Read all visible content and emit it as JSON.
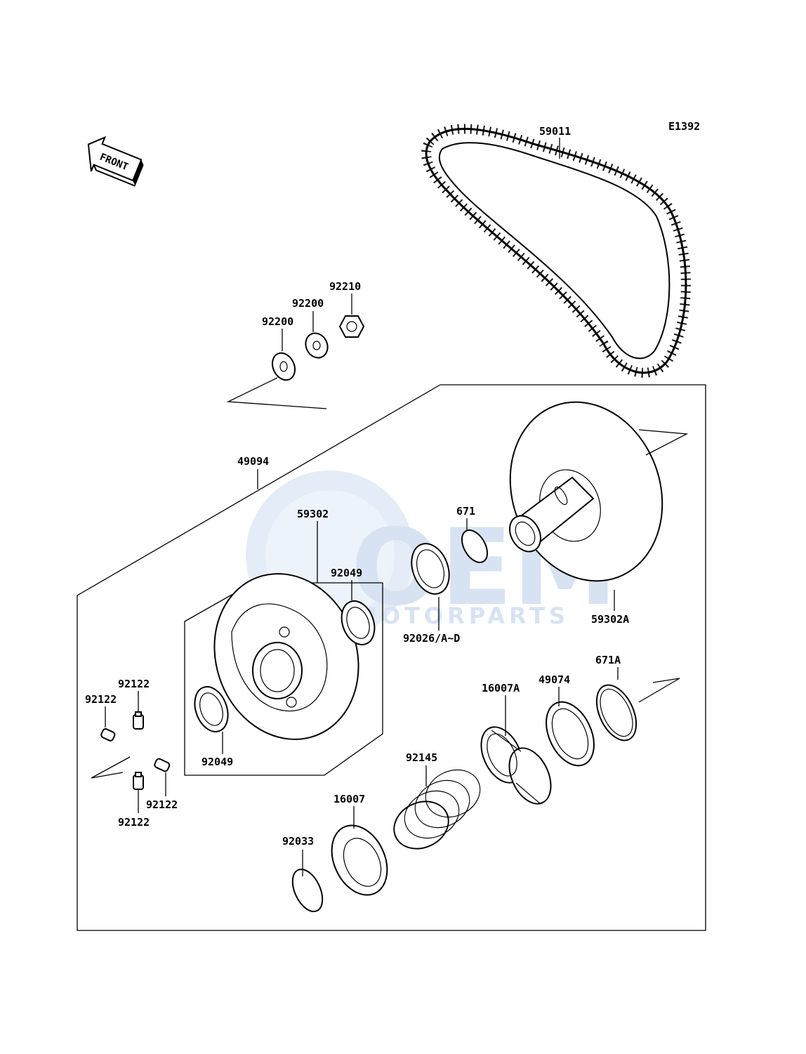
{
  "diagram": {
    "code": "E1392",
    "front_label": "FRONT",
    "watermark": {
      "main": "OEM",
      "sub": "MOTORPARTS",
      "color": "#b7cde8"
    },
    "parts": [
      {
        "id": "59011",
        "label": "59011"
      },
      {
        "id": "92210",
        "label": "92210"
      },
      {
        "id": "92200a",
        "label": "92200"
      },
      {
        "id": "92200b",
        "label": "92200"
      },
      {
        "id": "49094",
        "label": "49094"
      },
      {
        "id": "59302",
        "label": "59302"
      },
      {
        "id": "671",
        "label": "671"
      },
      {
        "id": "92049a",
        "label": "92049"
      },
      {
        "id": "92049b",
        "label": "92049"
      },
      {
        "id": "92026",
        "label": "92026/A~D"
      },
      {
        "id": "59302A",
        "label": "59302A"
      },
      {
        "id": "671A",
        "label": "671A"
      },
      {
        "id": "49074",
        "label": "49074"
      },
      {
        "id": "16007A",
        "label": "16007A"
      },
      {
        "id": "92145",
        "label": "92145"
      },
      {
        "id": "16007",
        "label": "16007"
      },
      {
        "id": "92033",
        "label": "92033"
      },
      {
        "id": "92122a",
        "label": "92122"
      },
      {
        "id": "92122b",
        "label": "92122"
      },
      {
        "id": "92122c",
        "label": "92122"
      },
      {
        "id": "92122d",
        "label": "92122"
      }
    ]
  }
}
